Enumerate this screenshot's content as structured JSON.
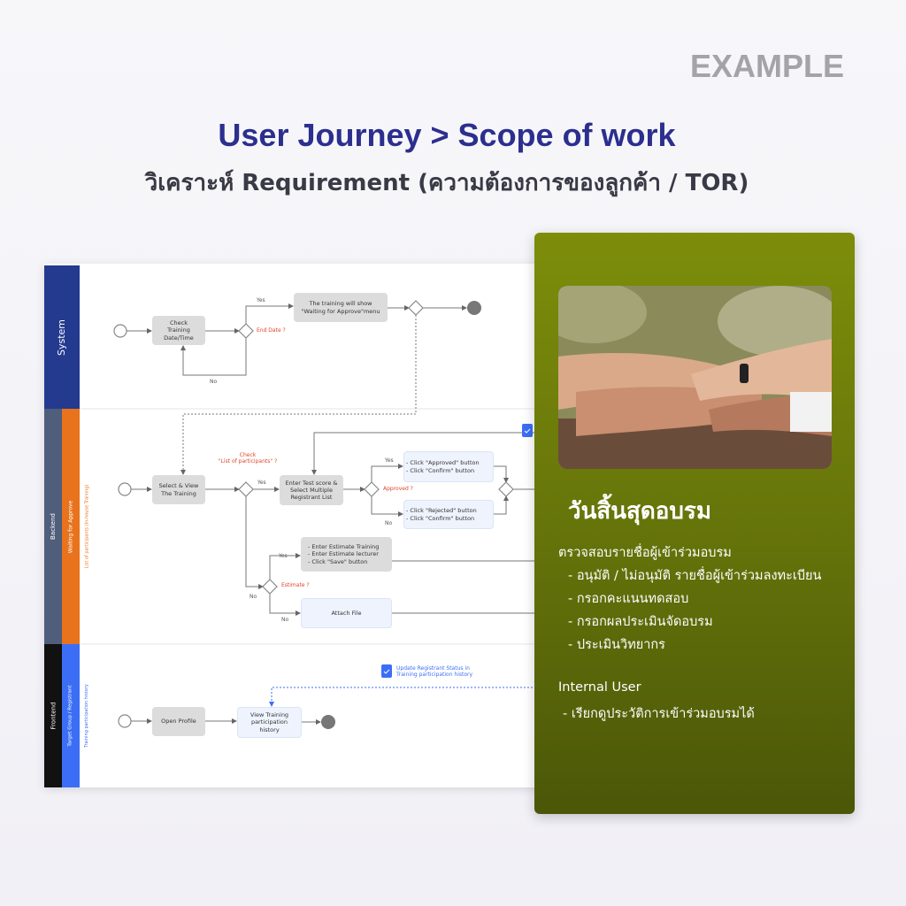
{
  "header": {
    "badge": "EXAMPLE",
    "title": "User Journey > Scope of work",
    "subtitle": "วิเคราะห์ Requirement (ความต้องการของลูกค้า / TOR)"
  },
  "diagram": {
    "lanes": {
      "system": "System",
      "backend": "Backend",
      "backend_sub": "Waiting for Approve",
      "backend_sub2": "List of participants (In-house Training)",
      "frontend": "Frontend",
      "frontend_sub": "Target Group / Registrant",
      "frontend_sub2": "Training participation history"
    },
    "system": {
      "check": "Check\nTraining Date/Time",
      "end_date": "End Date ?",
      "yes": "Yes",
      "no": "No",
      "show": "The training will show\n\"Waiting for Approve\"menu"
    },
    "backend": {
      "select": "Select & View\nThe Training",
      "check_list": "Check\n\"List of participants\" ?",
      "yes": "Yes",
      "no": "No",
      "enter": "Enter Test score &\nSelect Multiple\nRegistrant List",
      "approved": "Approved ?",
      "approve_box": "- Click \"Approved\" button\n- Click \"Confirm\" button",
      "reject_box": "- Click \"Rejected\" button\n- Click \"Confirm\" button",
      "estimate": "Estimate ?",
      "estimate_box": "- Enter Estimate Training\n- Enter Estimate lecturer\n- Click \"Save\" button",
      "attach": "Attach File"
    },
    "frontend": {
      "open": "Open Profile",
      "view": "View Training\nparticipation\nhistory",
      "update": "Update Registrant Status in\nTraining participation history"
    }
  },
  "card": {
    "title": "วันสิ้นสุดอบรม",
    "lines": [
      "ตรวจสอบรายชื่อผู้เข้าร่วมอบรม",
      "- อนุมัติ / ไม่อนุมัติ รายชื่อผู้เข้าร่วมลงทะเบียน",
      "- กรอกคะแนนทดสอบ",
      "- กรอกผลประเมินจัดอบรม",
      "- ประเมินวิทยากร",
      "Internal User",
      "- เรียกดูประวัติการเข้าร่วมอบรมได้"
    ]
  },
  "colors": {
    "title": "#2c2f8e",
    "card": "#6b7a0a",
    "system": "#233a8f",
    "backend": "#e8731c",
    "frontend": "#3b6ef5"
  }
}
